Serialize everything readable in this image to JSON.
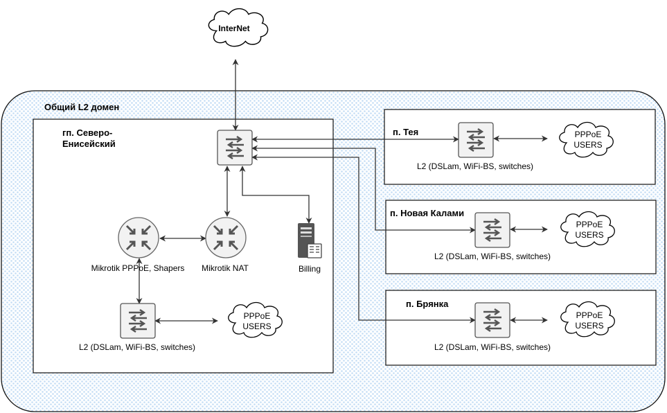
{
  "domain_title": "Общий L2 домен",
  "internet": {
    "label": "InterNet"
  },
  "main_site": {
    "title_line1": "гп. Северо-",
    "title_line2": "Енисейский",
    "mikrotik_pppoe": "Mikrotik PPPoE, Shapers",
    "mikrotik_nat": "Mikrotik NAT",
    "billing": "Billing",
    "l2_label": "L2 (DSLam, WiFi-BS, switches)",
    "users_line1": "PPPoE",
    "users_line2": "USERS"
  },
  "sites": [
    {
      "title": "п. Тея",
      "l2_label": "L2 (DSLam, WiFi-BS, switches)",
      "users_line1": "PPPoE",
      "users_line2": "USERS"
    },
    {
      "title": "п. Новая Калами",
      "l2_label": "L2 (DSLam, WiFi-BS, switches)",
      "users_line1": "PPPoE",
      "users_line2": "USERS"
    },
    {
      "title": "п. Брянка",
      "l2_label": "L2 (DSLam, WiFi-BS, switches)",
      "users_line1": "PPPoE",
      "users_line2": "USERS"
    }
  ]
}
